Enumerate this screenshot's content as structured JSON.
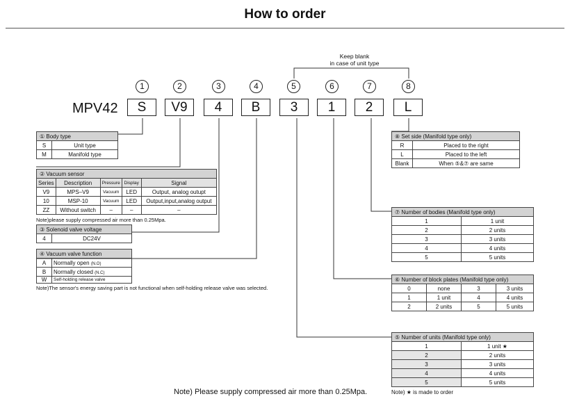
{
  "title": "How to order",
  "keep_blank": {
    "line1": "Keep blank",
    "line2": "in case of  unit type"
  },
  "model_prefix": "MPV42",
  "positions": [
    "1",
    "2",
    "3",
    "4",
    "5",
    "6",
    "7",
    "8"
  ],
  "codes": [
    "S",
    "V9",
    "4",
    "B",
    "3",
    "1",
    "2",
    "L"
  ],
  "body_type": {
    "header": "① Body type",
    "rows": [
      [
        "S",
        "Unit type"
      ],
      [
        "M",
        "Manifold type"
      ]
    ]
  },
  "vacuum_sensor": {
    "header": "② Vacuum sensor",
    "columns": [
      "Series",
      "Description",
      "Pressure",
      "Display",
      "Signal"
    ],
    "rows": [
      [
        "V9",
        "MPS–V9",
        "Vacuum",
        "LED",
        "Output, analog outupt"
      ],
      [
        "10",
        "MSP-10",
        "Vacuum",
        "LED",
        "Output,input,analog output"
      ],
      [
        "ZZ",
        "Without switch",
        "–",
        "–",
        "–"
      ]
    ],
    "note": "Note)please supply compressed air more than 0.25Mpa."
  },
  "solenoid": {
    "header": "③ Solenoid valve voltage",
    "rows": [
      [
        "4",
        "DC24V"
      ]
    ]
  },
  "valve_function": {
    "header": "④ Vacuum valve function",
    "rows": [
      [
        "A",
        "Normally open",
        "(N.O)"
      ],
      [
        "B",
        "Normally closed",
        "(N.C)"
      ],
      [
        "W",
        "Self-holding release valve",
        ""
      ]
    ],
    "note": "Note)The sensor's energy saving part is not functional when self-holding release valve was selected."
  },
  "set_side": {
    "header": "⑧ Set side (Manifold type only)",
    "rows": [
      [
        "R",
        "Placed to the right"
      ],
      [
        "L",
        "Placed to the left"
      ],
      [
        "Blank",
        "When ⑤&⑦ are same"
      ]
    ]
  },
  "bodies": {
    "header": "⑦ Number of bodies (Manifold type only)",
    "rows": [
      [
        "1",
        "1 unit"
      ],
      [
        "2",
        "2 units"
      ],
      [
        "3",
        "3 units"
      ],
      [
        "4",
        "4 units"
      ],
      [
        "5",
        "5 units"
      ]
    ]
  },
  "block_plates": {
    "header": "⑥ Number of block plates (Manifold type only)",
    "rows": [
      [
        "0",
        "none",
        "3",
        "3 units"
      ],
      [
        "1",
        "1 unit",
        "4",
        "4 units"
      ],
      [
        "2",
        "2 units",
        "5",
        "5 units"
      ]
    ]
  },
  "units": {
    "header": "⑤ Number of units (Manifold type only)",
    "rows": [
      [
        "1",
        "1 unit ★"
      ],
      [
        "2",
        "2 units"
      ],
      [
        "3",
        "3 units"
      ],
      [
        "4",
        "4 units"
      ],
      [
        "5",
        "5 units"
      ]
    ]
  },
  "bottom_note": "Note) Please supply compressed air more than 0.25Mpa.",
  "made_to_order_note": "Note) ★ is made to order"
}
